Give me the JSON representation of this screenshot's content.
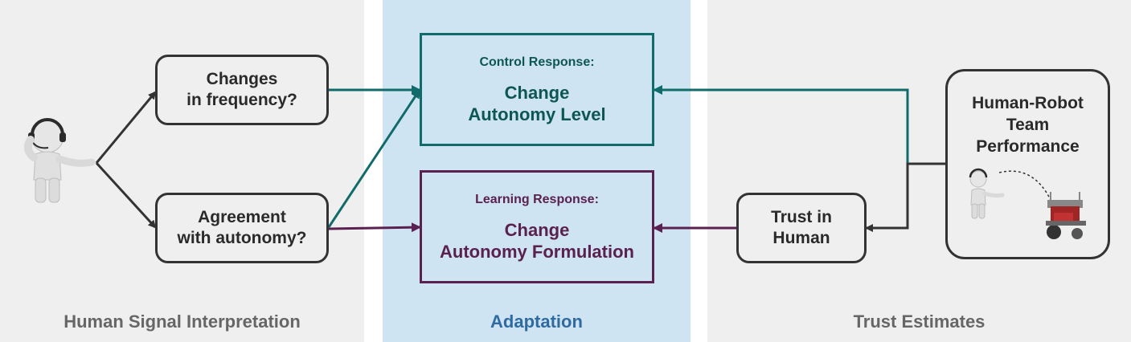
{
  "sections": {
    "left_label": "Human Signal Interpretation",
    "middle_label": "Adaptation",
    "right_label": "Trust Estimates"
  },
  "interpretation": {
    "frequency_line1": "Changes",
    "frequency_line2": "in frequency?",
    "agreement_line1": "Agreement",
    "agreement_line2": "with autonomy?"
  },
  "control": {
    "heading": "Control Response:",
    "line1": "Change",
    "line2": "Autonomy Level"
  },
  "learning": {
    "heading": "Learning Response:",
    "line1": "Change",
    "line2": "Autonomy Formulation"
  },
  "trust": {
    "line1": "Trust in",
    "line2": "Human"
  },
  "performance": {
    "line1": "Human-Robot",
    "line2": "Team",
    "line3": "Performance"
  },
  "colors": {
    "left_panel": "#efefef",
    "middle_panel": "#cfe4f2",
    "right_panel": "#efefef",
    "control_teal": "#116b6b",
    "learning_purple": "#5a2150",
    "dark": "#333333",
    "left_label": "#666666",
    "middle_label": "#2f6aa0",
    "right_label": "#666666"
  }
}
